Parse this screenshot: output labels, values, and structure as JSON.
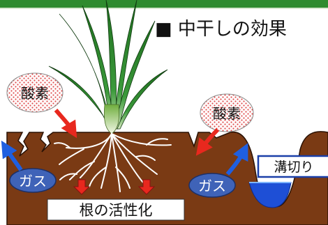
{
  "title": "■ 中干しの効果",
  "labels": {
    "oxygen_left": "酸素",
    "oxygen_right": "酸素",
    "gas_left": "ガス",
    "gas_right": "ガス",
    "root_activation": "根の活性化",
    "drainage_ditch": "溝切り"
  },
  "colors": {
    "header_green": "#2e8b2e",
    "soil_brown": "#7a3a14",
    "water_blue": "#1e4fd6",
    "gas_ellipse_blue": "#3f63b8",
    "arrow_red": "#e8281e",
    "arrow_blue": "#1f5fe0",
    "ditch_label_border": "#1a3fa8"
  },
  "icons": [
    "rice-plant-icon",
    "roots-icon",
    "red-arrow-icon",
    "blue-arrow-icon"
  ]
}
